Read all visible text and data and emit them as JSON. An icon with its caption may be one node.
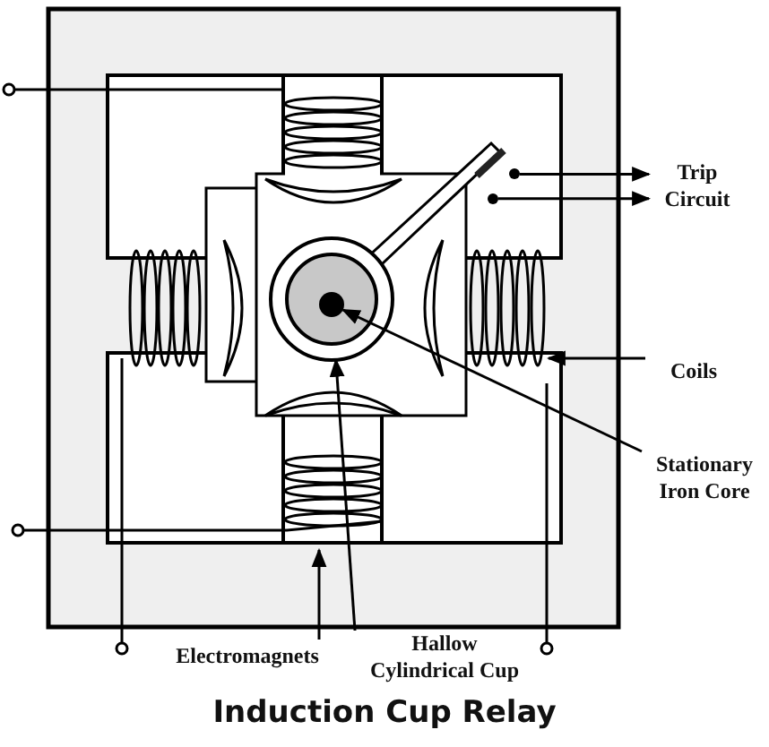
{
  "diagram": {
    "title": "Induction Cup Relay",
    "nodes": [
      {
        "text": [
          "Trip Circuit"
        ]
      },
      {
        "text": [
          "Coils"
        ]
      },
      {
        "text": [
          "Stationary Iron Core"
        ]
      },
      {
        "text": [
          "Electromagnets"
        ]
      },
      {
        "text": [
          "Hallow Cylindrical Cup"
        ]
      },
      {
        "text": [],
        "shape": "circle"
      },
      {
        "text": [],
        "shape": "circle"
      },
      {
        "text": [],
        "shape": "coil"
      },
      {
        "text": [],
        "shape": "circle"
      },
      {
        "text": [],
        "shape": "circle",
        "in": 8
      }
    ],
    "edges": [
      {
        "from": 5,
        "to": 0,
        "arrow": "to"
      },
      {
        "from": 6,
        "to": 0,
        "arrow": "to"
      },
      {
        "from": 1,
        "to": 7,
        "arrow": "to"
      },
      {
        "from": 2,
        "to": 9,
        "arrow": "to"
      },
      {
        "from": 3,
        "to": null,
        "arrow": "to"
      },
      {
        "from": 4,
        "to": 8,
        "arrow": "to"
      }
    ]
  }
}
